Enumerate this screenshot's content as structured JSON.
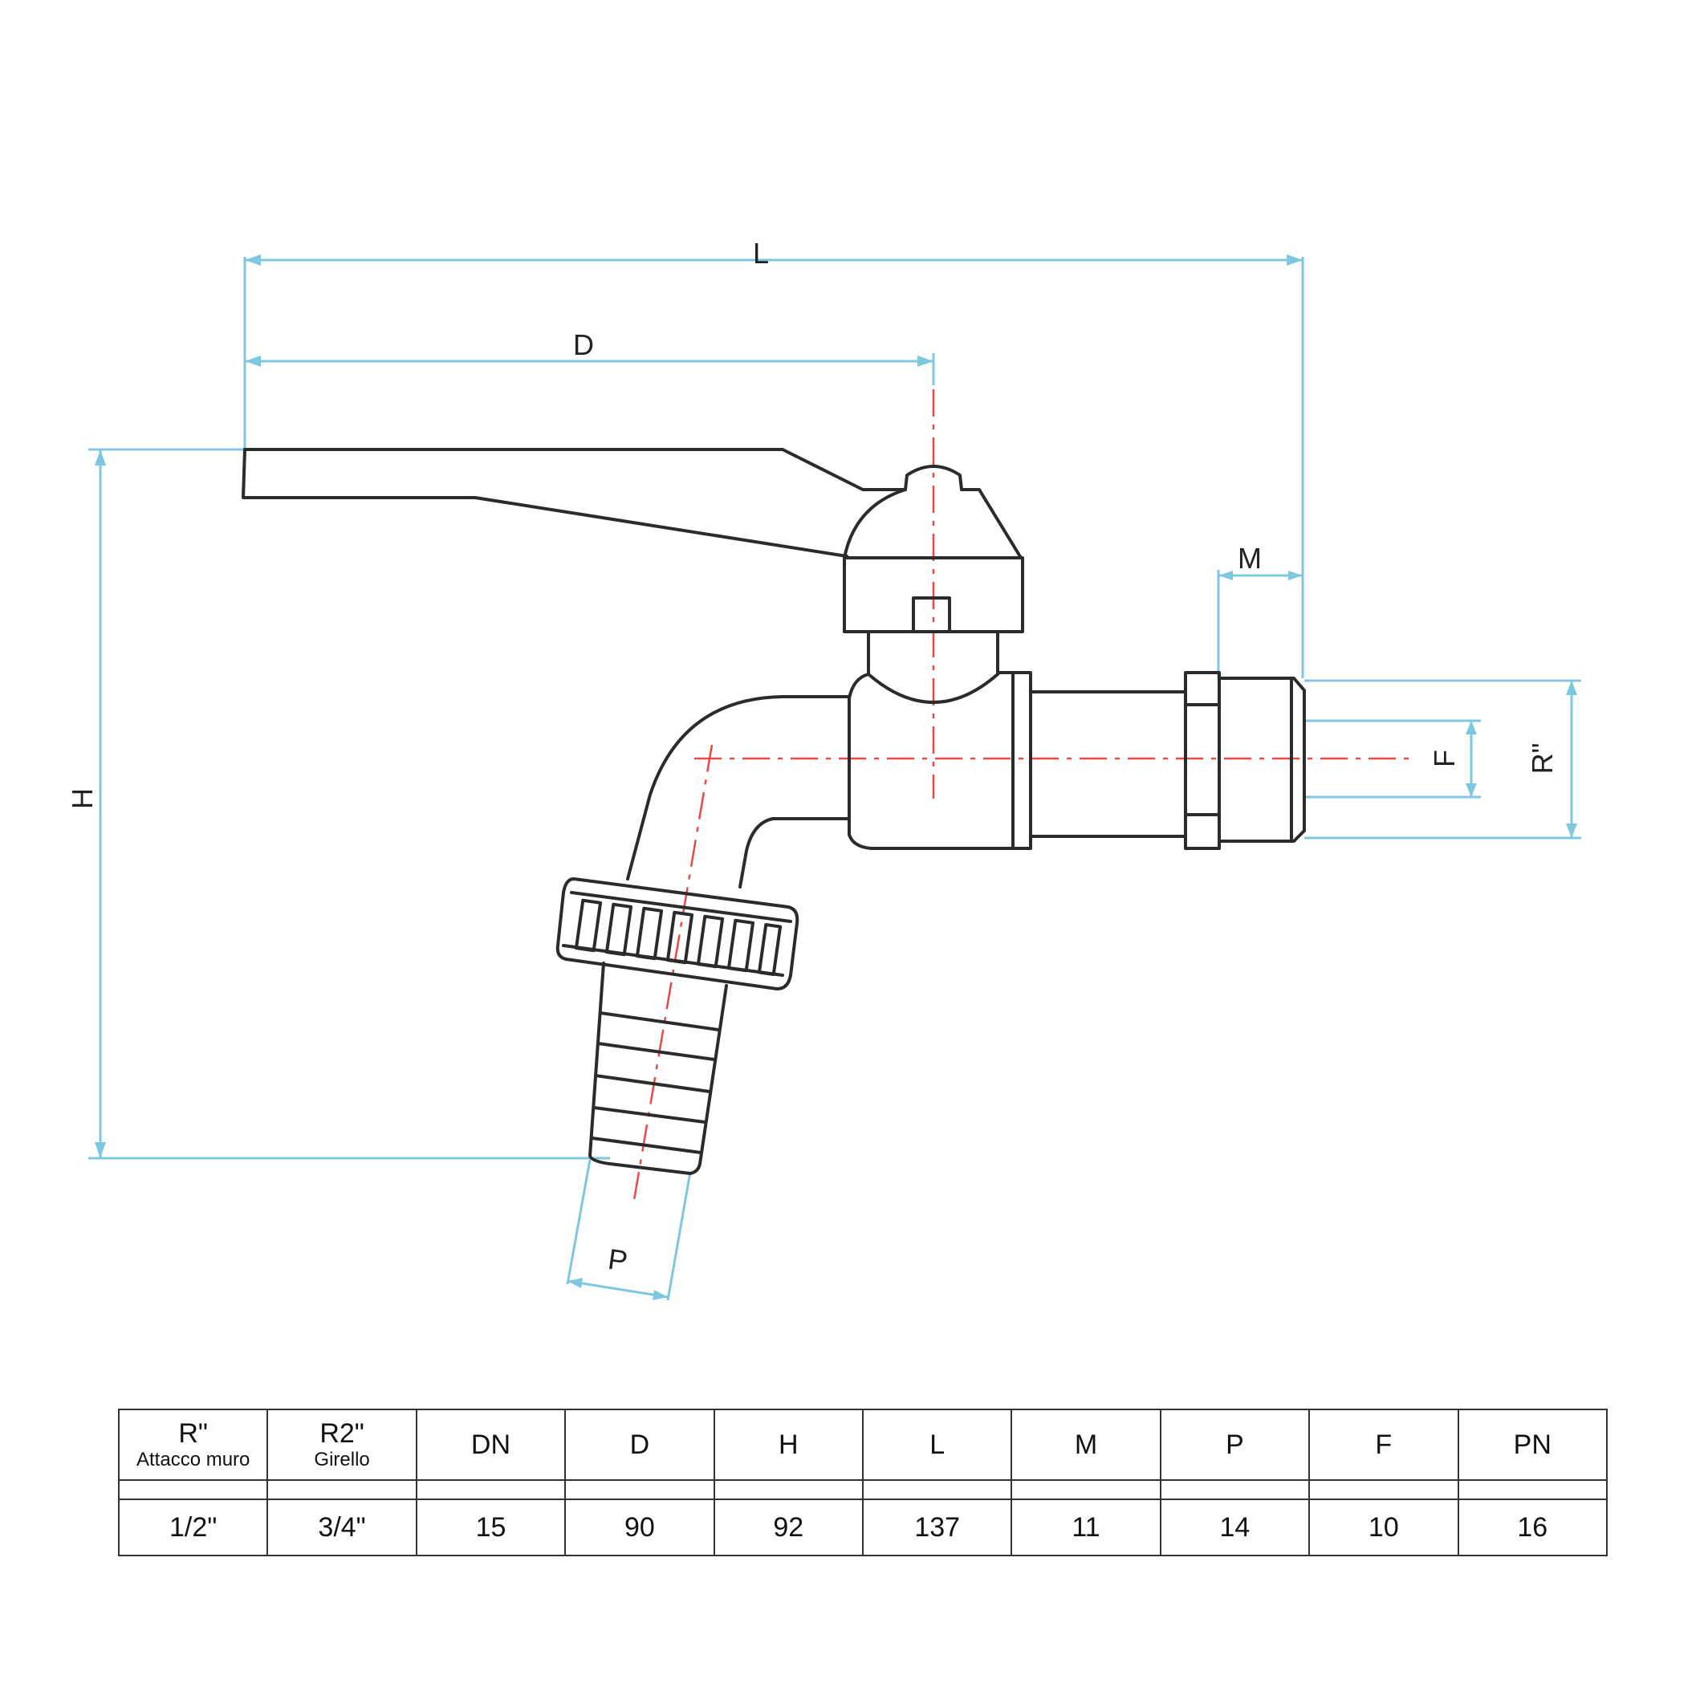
{
  "dimension_labels": {
    "L": "L",
    "D": "D",
    "H": "H",
    "M": "M",
    "F": "F",
    "R": "R\"",
    "P": "P"
  },
  "colors": {
    "outline": "#2b2b2b",
    "dimension_lines": "#7ec8df",
    "center_lines": "#e94848"
  },
  "table": {
    "headers": [
      {
        "main": "R\"",
        "sub": "Attacco muro"
      },
      {
        "main": "R2\"",
        "sub": "Girello"
      },
      {
        "main": "DN",
        "sub": ""
      },
      {
        "main": "D",
        "sub": ""
      },
      {
        "main": "H",
        "sub": ""
      },
      {
        "main": "L",
        "sub": ""
      },
      {
        "main": "M",
        "sub": ""
      },
      {
        "main": "P",
        "sub": ""
      },
      {
        "main": "F",
        "sub": ""
      },
      {
        "main": "PN",
        "sub": ""
      }
    ],
    "values": [
      "1/2\"",
      "3/4\"",
      "15",
      "90",
      "92",
      "137",
      "11",
      "14",
      "10",
      "16"
    ]
  }
}
